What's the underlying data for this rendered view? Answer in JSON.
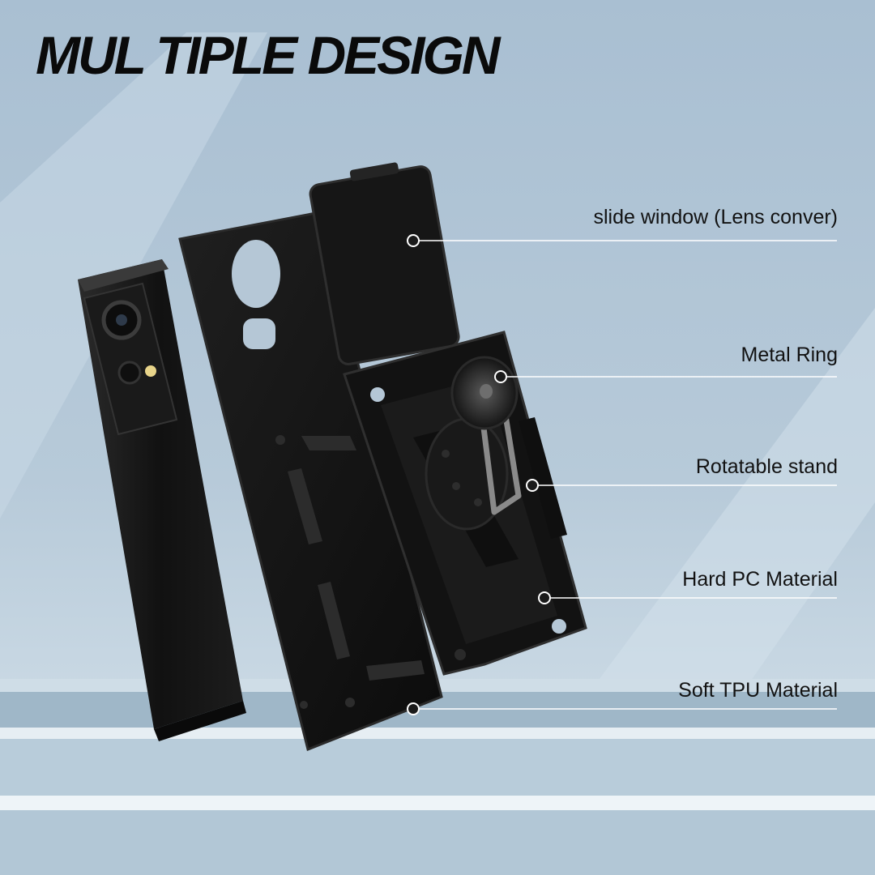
{
  "headline": {
    "part1": "MUL TIPLE ",
    "part2": "DESIGN"
  },
  "colors": {
    "accent_start": "#1a6bff",
    "accent_end": "#22e3ff",
    "case": "#141414",
    "background": "#b7cad9"
  },
  "callouts": [
    {
      "label": "slide window (Lens conver)"
    },
    {
      "label": "Metal Ring"
    },
    {
      "label": "Rotatable stand"
    },
    {
      "label": "Hard PC Material"
    },
    {
      "label": "Soft TPU Material"
    }
  ]
}
